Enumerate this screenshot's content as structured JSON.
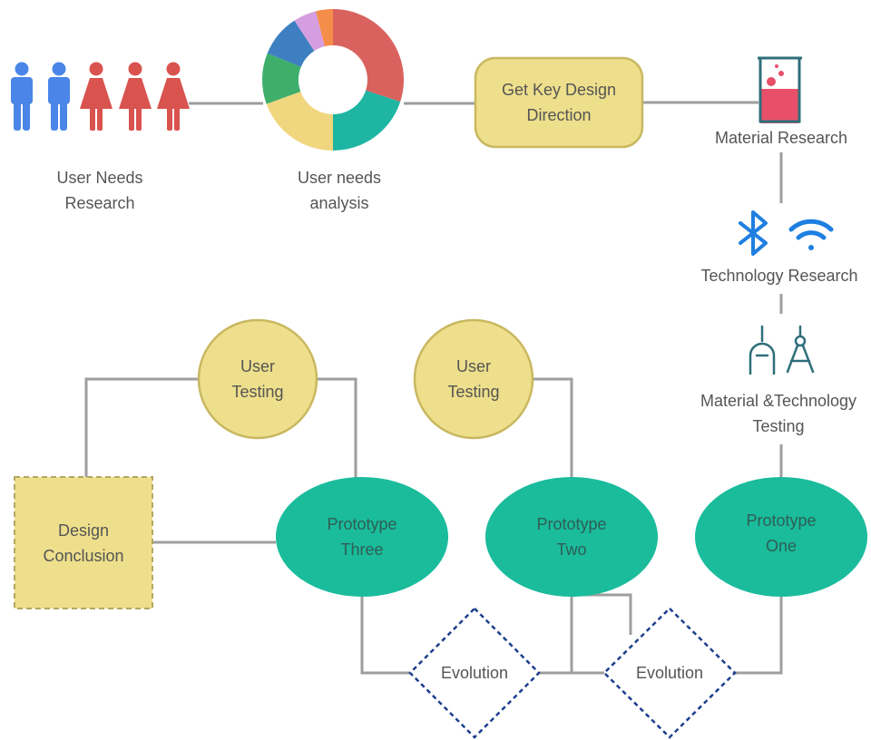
{
  "nodes": {
    "user_needs_research": "User Needs\nResearch",
    "user_needs_analysis": "User needs\nanalysis",
    "key_design_direction": "Get Key Design\nDirection",
    "material_research": "Material Research",
    "technology_research": "Technology Research",
    "material_tech_testing": "Material &Technology\nTesting",
    "prototype_one": "Prototype\nOne",
    "prototype_two": "Prototype\nTwo",
    "prototype_three": "Prototype\nThree",
    "user_testing_1": "User\nTesting",
    "user_testing_2": "User\nTesting",
    "design_conclusion": "Design\nConclusion",
    "evolution_1": "Evolution",
    "evolution_2": "Evolution"
  },
  "colors": {
    "line": "#9e9e9e",
    "rounded_box": "#eedf8c",
    "rounded_box_border": "#c9b860",
    "prototype": "#1abc9c",
    "user_testing": "#eedf8c",
    "diamond_border": "#1c3f8c",
    "male_icon": "#4a86e8",
    "female_icon": "#d9534f",
    "bluetooth": "#1e7fe0",
    "wifi": "#1e7fe0",
    "lab_icon": "#2f6f7a",
    "beaker_liquid": "#e8506a"
  },
  "icons": [
    "male-user-icon",
    "female-user-icon",
    "donut-chart-icon",
    "beaker-icon",
    "bluetooth-icon",
    "wifi-icon",
    "plug-icon",
    "compass-icon"
  ]
}
